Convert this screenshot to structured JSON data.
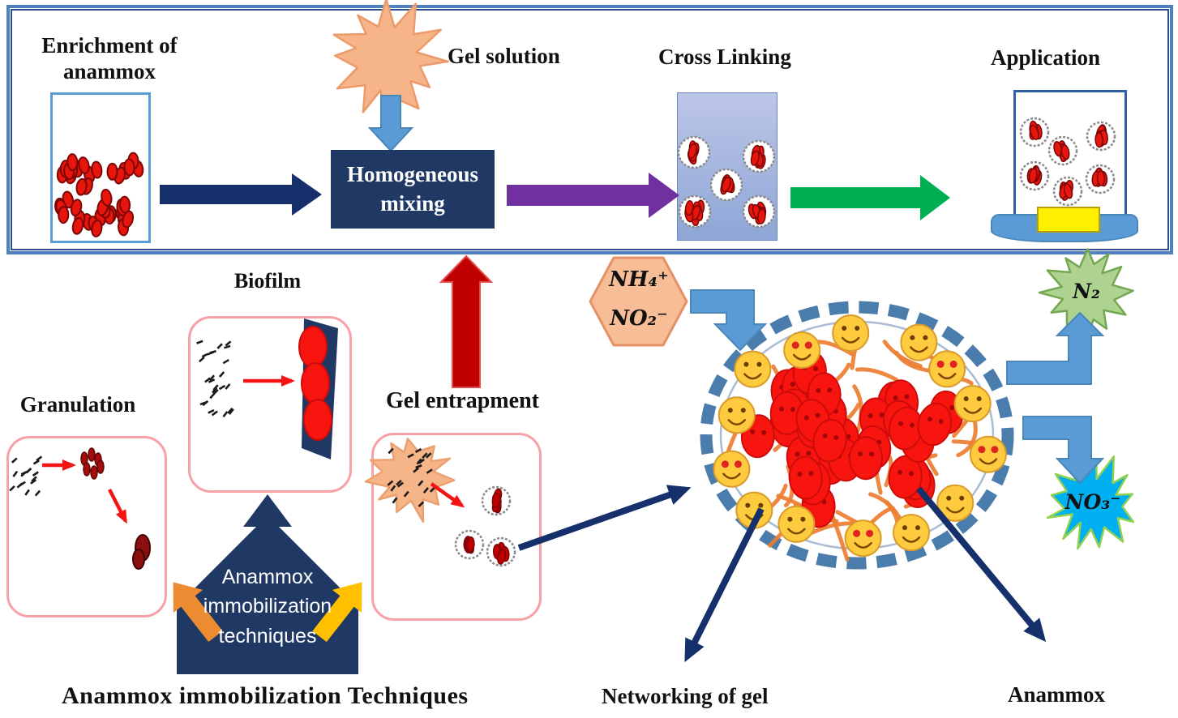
{
  "title": "Anammox immobilization techniques diagram",
  "top_panel": {
    "enrichment_label": "Enrichment of anammox",
    "gel_solution_label": "Gel solution",
    "homogeneous_mixing_label": "Homogeneous mixing",
    "cross_linking_label": "Cross Linking",
    "application_label": "Application"
  },
  "techniques": {
    "biofilm_label": "Biofilm",
    "granulation_label": "Granulation",
    "gel_entrapment_label": "Gel entrapment",
    "house_label": "Anammox immobilization techniques",
    "caption": "Anammox immobilization Techniques"
  },
  "reaction": {
    "substrate_top": "NH₄⁺",
    "substrate_bottom": "NO₂⁻",
    "n2_label": "N₂",
    "no3_label": "NO₃⁻",
    "networking_label": "Networking of gel",
    "anammox_label": "Anammox"
  },
  "colors": {
    "navy": "#1f3864",
    "peach_starburst": "#f6b489",
    "light_blue_arrow": "#5b9bd5",
    "purple_arrow": "#7030a0",
    "green_arrow": "#00b050",
    "dark_red_arrow": "#c00000",
    "pink_border": "#f8a0a8",
    "gel_network_orange": "#ed7d31",
    "orange_arrow": "#ed7d31",
    "yellow_arrow": "#ffc000",
    "n2_green": "#aed391",
    "no3_cyan": "#00b0f0",
    "red_cell": "#f8150f",
    "emoji_yellow": "#ffcb3e"
  }
}
